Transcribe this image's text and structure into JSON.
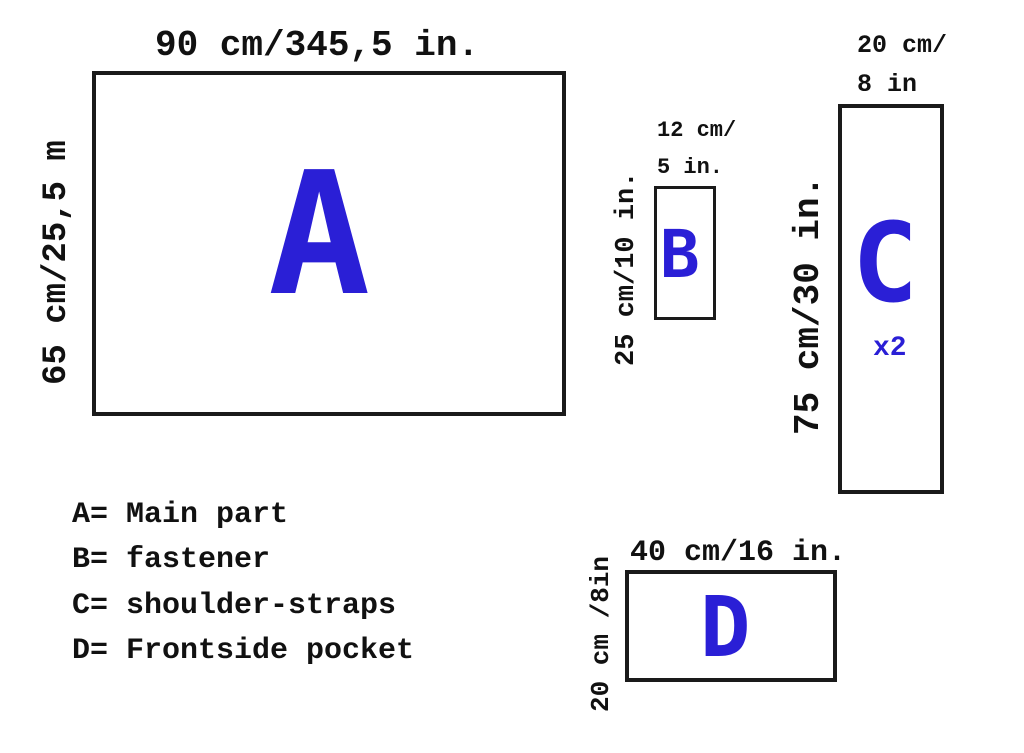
{
  "colors": {
    "outline": "#1a1a1a",
    "letter": "#2a1fd6",
    "text": "#111111"
  },
  "pieces": {
    "a": {
      "letter": "A",
      "width_label": "90 cm/345,5 in.",
      "height_label": "65 cm/25,5 m"
    },
    "b": {
      "letter": "B",
      "width_label_line1": "12 cm/",
      "width_label_line2": "5 in.",
      "height_label": "25 cm/10 in."
    },
    "c": {
      "letter": "C",
      "multiplier": "x2",
      "width_label_line1": "20 cm/",
      "width_label_line2": "8 in",
      "height_label": "75 cm/30 in."
    },
    "d": {
      "letter": "D",
      "width_label": "40 cm/16 in.",
      "height_label": "20 cm /8in"
    }
  },
  "legend": [
    "A= Main part",
    "B= fastener",
    "C= shoulder-straps",
    "D= Frontside pocket"
  ]
}
